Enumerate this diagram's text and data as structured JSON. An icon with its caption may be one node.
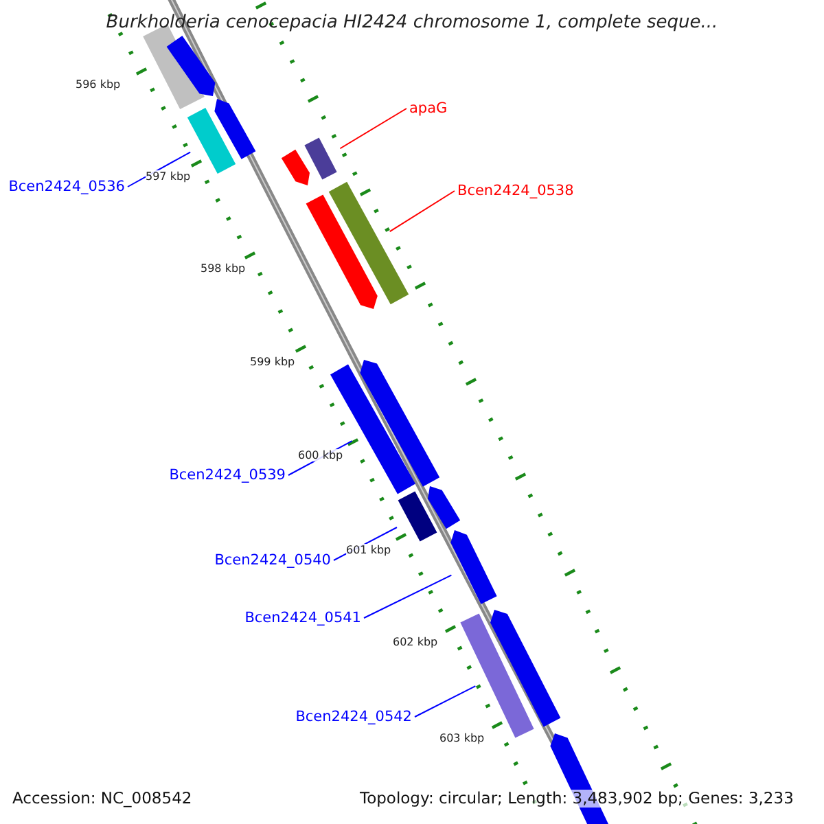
{
  "diagram": {
    "title": "Burkholderia cenocepacia HI2424 chromosome 1, complete seque...",
    "nodes": [
      {
        "text": [
          "apaG"
        ]
      },
      {
        "text": [
          "Bcen2424_0536"
        ]
      },
      {
        "text": [
          "Bcen2424_0538"
        ]
      },
      {
        "text": [
          "Bcen2424_0539"
        ]
      },
      {
        "text": [
          "Bcen2424_0540"
        ]
      },
      {
        "text": [
          "Bcen2424_0541"
        ]
      },
      {
        "text": [
          "Bcen2424_0542"
        ]
      },
      {
        "text": [],
        "shape": "bar"
      },
      {
        "text": [],
        "shape": "bar"
      },
      {
        "text": [],
        "shape": "bar"
      },
      {
        "text": [],
        "shape": "bar"
      },
      {
        "text": [],
        "shape": "bar"
      },
      {
        "text": [],
        "shape": "bar"
      },
      {
        "text": [],
        "shape": "bar"
      },
      {
        "text": [],
        "shape": "bar"
      },
      {
        "text": [],
        "shape": "bar"
      },
      {
        "text": [],
        "shape": "bar"
      },
      {
        "text": [],
        "shape": "bar"
      },
      {
        "text": [],
        "shape": "bar"
      },
      {
        "text": [],
        "shape": "bar"
      },
      {
        "text": [],
        "shape": "bar"
      },
      {
        "text": [],
        "shape": "bar"
      },
      {
        "text": [],
        "shape": "bar"
      }
    ],
    "edges": [
      {
        "from": 0,
        "to": 11,
        "arrow": "none",
        "color": "#ff0000"
      },
      {
        "from": 1,
        "to": 10,
        "arrow": "none"
      },
      {
        "from": 2,
        "to": 13,
        "arrow": "none",
        "color": "#ff0000"
      },
      {
        "from": 3,
        "to": 16,
        "arrow": "none"
      },
      {
        "from": 4,
        "to": 18,
        "arrow": "none"
      },
      {
        "from": 5,
        "to": 19,
        "arrow": "none"
      },
      {
        "from": 6,
        "to": 21,
        "arrow": "none"
      }
    ],
    "labels": [
      "596 kbp",
      "597 kbp",
      "598 kbp",
      "599 kbp",
      "600 kbp",
      "601 kbp",
      "602 kbp",
      "603 kbp",
      "Accession: NC_008542",
      "Topology: circular; Length: 3,483,902 bp; Genes: 3,233"
    ]
  }
}
